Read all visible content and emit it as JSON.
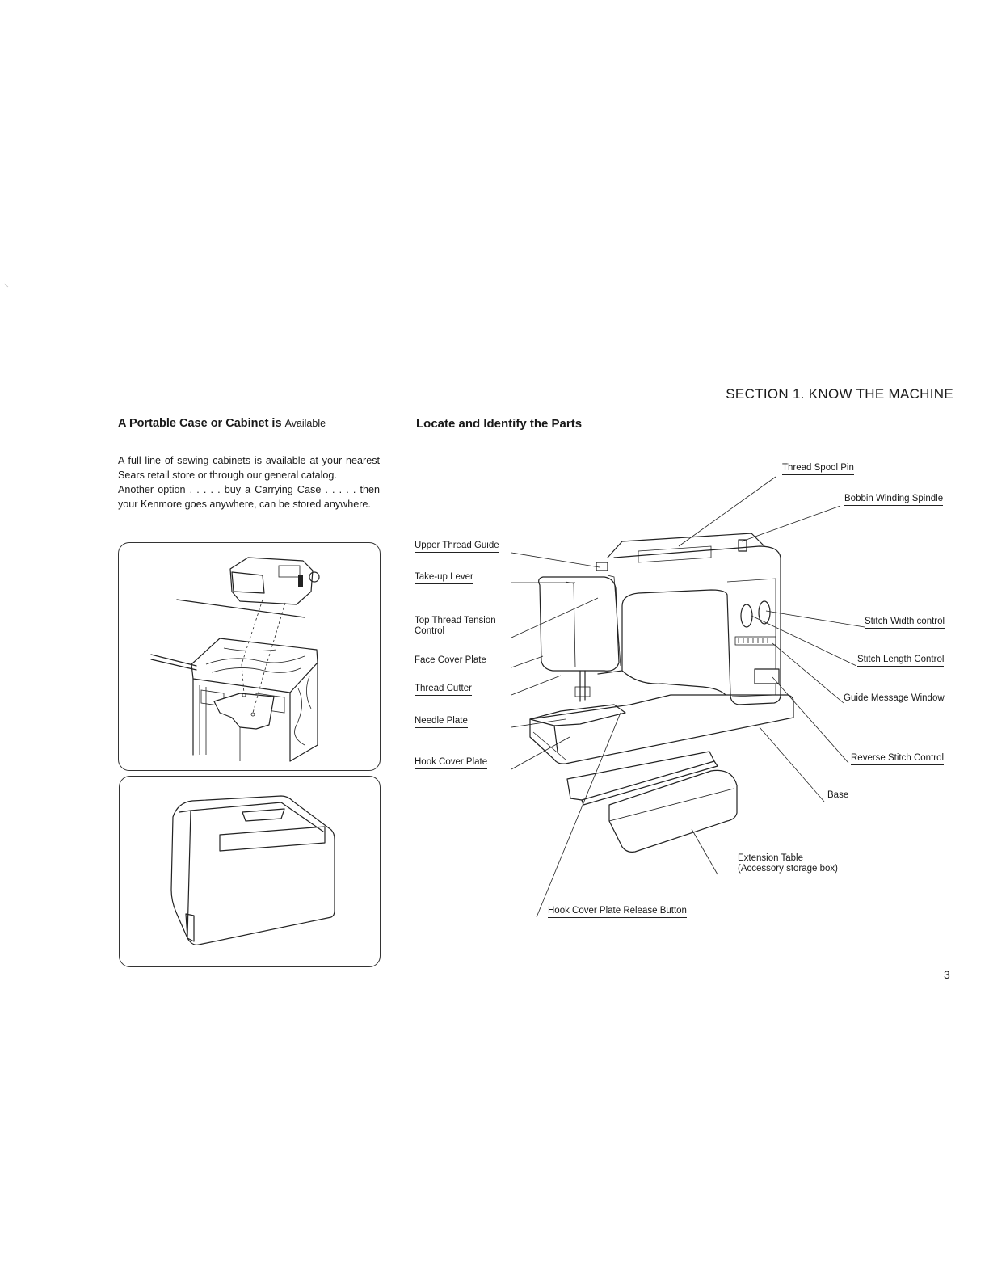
{
  "section_header": "SECTION  1.   KNOW THE MACHINE",
  "left_heading": {
    "main": "A Portable Case or Cabinet is",
    "small": "Available"
  },
  "right_heading": "Locate and Identify the Parts",
  "body": {
    "para1": "A full line of sewing cabinets is available at your nearest Sears retail store or through our general catalog.",
    "para2": "Another option . . . . . buy a Carrying Case . . . . . then your Kenmore goes anywhere,  can be stored anywhere."
  },
  "labels": {
    "thread_spool_pin": "Thread Spool Pin",
    "bobbin_winding_spindle": "Bobbin Winding Spindle",
    "upper_thread_guide": "Upper Thread Guide",
    "take_up_lever": "Take-up Lever",
    "top_thread_tension_1": "Top Thread Tension",
    "top_thread_tension_2": "Control",
    "face_cover_plate": "Face Cover Plate",
    "thread_cutter": "Thread Cutter",
    "needle_plate": "Needle Plate",
    "hook_cover_plate": "Hook Cover Plate",
    "stitch_width_control": "Stitch Width control",
    "stitch_length_control": "Stitch Length Control",
    "guide_message_window": "Guide Message Window",
    "reverse_stitch_control": "Reverse Stitch Control",
    "base": "Base",
    "extension_table_1": "Extension Table",
    "extension_table_2": "(Accessory storage box)",
    "hook_cover_plate_release_button": "Hook Cover Plate Release Button"
  },
  "page_number": "3"
}
